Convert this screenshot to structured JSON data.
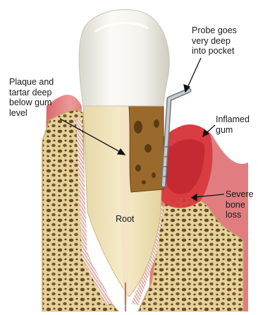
{
  "labels": {
    "probe": "Probe goes\nvery deep\ninto pocket",
    "plaque": "Plaque and\ntartar deep\nbelow gum\nlevel",
    "gum": "Inflamed\ngum",
    "root": "Root",
    "bone": "Severe\nbone\nloss"
  },
  "colors": {
    "enamel": "#f3f1ea",
    "dentin": "#efe3bd",
    "gum": "#e0787a",
    "gum_inflamed": "#d8363c",
    "bone_outer": "#dcc98e",
    "bone_pores": "#6b4a26",
    "tartar": "#8a5a22",
    "probe": "#8e969c"
  }
}
